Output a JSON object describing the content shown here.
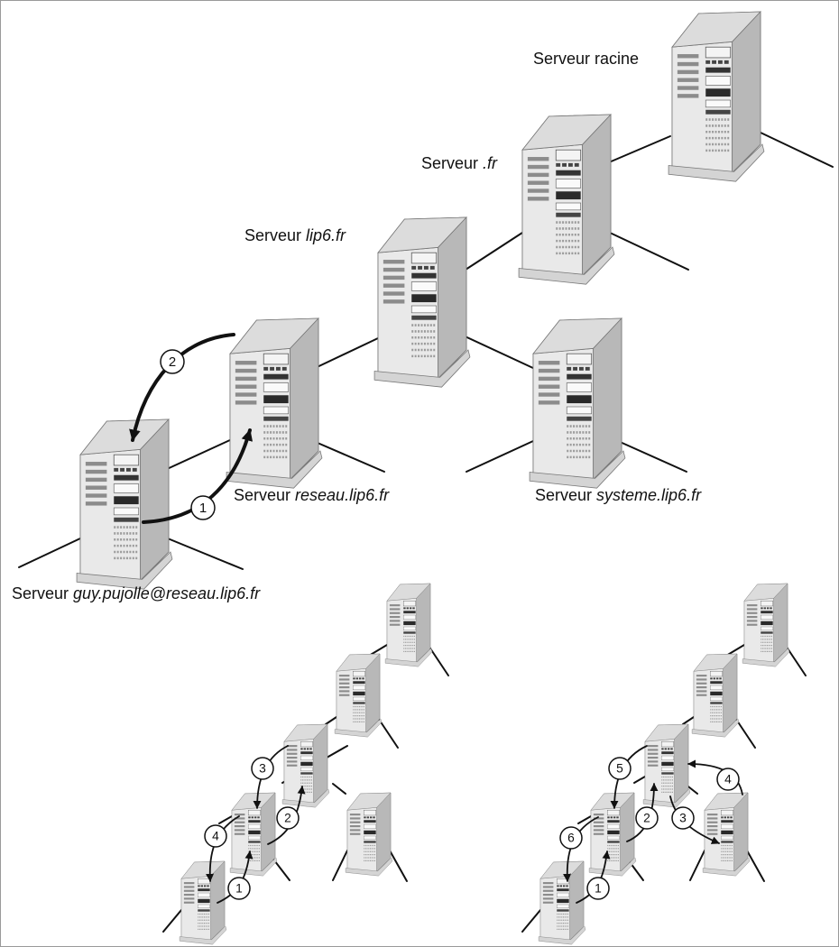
{
  "top": {
    "labels": {
      "racine": {
        "plain": "Serveur racine",
        "italic": ""
      },
      "fr": {
        "plain": "Serveur ",
        "italic": ".fr"
      },
      "lip6": {
        "plain": "Serveur ",
        "italic": "lip6.fr"
      },
      "reseau": {
        "plain": "Serveur ",
        "italic": "reseau.lip6.fr"
      },
      "systeme": {
        "plain": "Serveur ",
        "italic": "systeme.lip6.fr"
      },
      "guy": {
        "plain": "Serveur ",
        "italic": "guy.pujolle@reseau.lip6.fr"
      }
    },
    "steps": [
      "1",
      "2"
    ]
  },
  "bottom_left": {
    "steps": [
      "1",
      "2",
      "3",
      "4"
    ]
  },
  "bottom_right": {
    "steps": [
      "1",
      "2",
      "3",
      "4",
      "5",
      "6"
    ]
  },
  "colors": {
    "stroke": "#111111",
    "server_light": "#e9e9e9",
    "server_mid": "#c7c7c7",
    "server_dark": "#8c8c8c"
  }
}
